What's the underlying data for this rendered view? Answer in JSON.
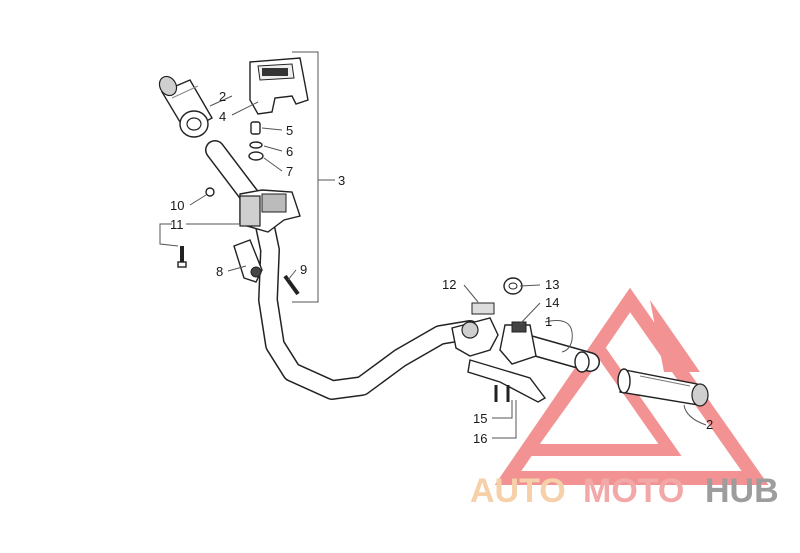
{
  "callouts": {
    "c1": "1",
    "c2a": "2",
    "c2b": "2",
    "c3": "3",
    "c4": "4",
    "c5": "5",
    "c6": "6",
    "c7": "7",
    "c8": "8",
    "c9": "9",
    "c10": "10",
    "c11": "11",
    "c12": "12",
    "c13": "13",
    "c14": "14",
    "c15": "15",
    "c16": "16"
  },
  "watermark": {
    "part1": "AUTO",
    "part2": "MOTO",
    "part3": "HUB",
    "color_part1": "#f5c89a",
    "color_part2": "#f29a9a",
    "color_part3": "#8c8c8c",
    "triangle_color": "#f08080"
  }
}
